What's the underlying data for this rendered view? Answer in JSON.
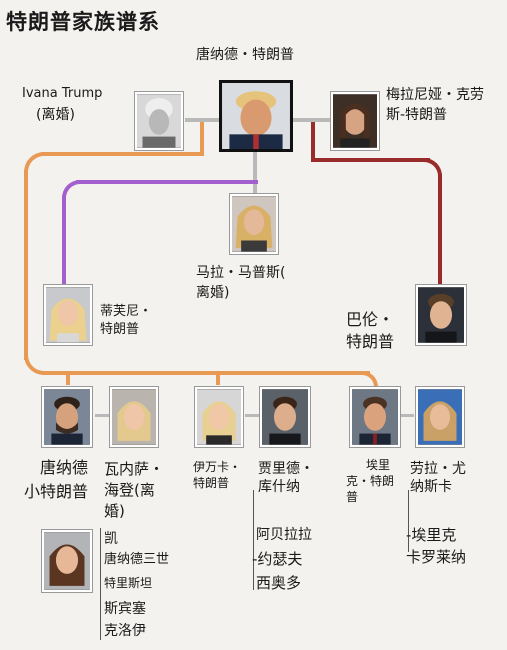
{
  "title": "特朗普家族谱系",
  "people": {
    "donald": "唐纳德・特朗普",
    "ivana_name": "Ivana Trump",
    "ivana_note": "(离婚)",
    "melania_1": "梅拉尼娅・克劳",
    "melania_2": "斯-特朗普",
    "marla_1": "马拉・马普斯(",
    "marla_2": "离婚)",
    "tiffany_1": "蒂芙尼・",
    "tiffany_2": "特朗普",
    "barron_1": "巴伦・",
    "barron_2": "特朗普",
    "don_jr_1": "唐纳德",
    "don_jr_2": "小特朗普",
    "vanessa_1": "瓦内萨・",
    "vanessa_2": "海登(离",
    "vanessa_3": "婚)",
    "ivanka_1": "伊万卡・",
    "ivanka_2": "特朗普",
    "jared_1": "贾里德・",
    "jared_2": "库什纳",
    "eric_1": "埃里",
    "eric_2": "克・特朗",
    "eric_3": "普",
    "lara_1": "劳拉・尤",
    "lara_2": "纳斯卡"
  },
  "grandchildren": {
    "donjr_kids": [
      "凯",
      "唐纳德三世",
      "特里斯坦",
      "斯宾塞",
      "克洛伊"
    ],
    "ivanka_kids": [
      "阿贝拉拉",
      "-约瑟夫",
      "西奥多"
    ],
    "eric_kids": [
      "-埃里克",
      "卡罗莱纳"
    ]
  },
  "colors": {
    "donald_ivana_line": "#e89a55",
    "donald_marla_line": "#a45fcf",
    "donald_melania_line": "#9a2b2b"
  }
}
